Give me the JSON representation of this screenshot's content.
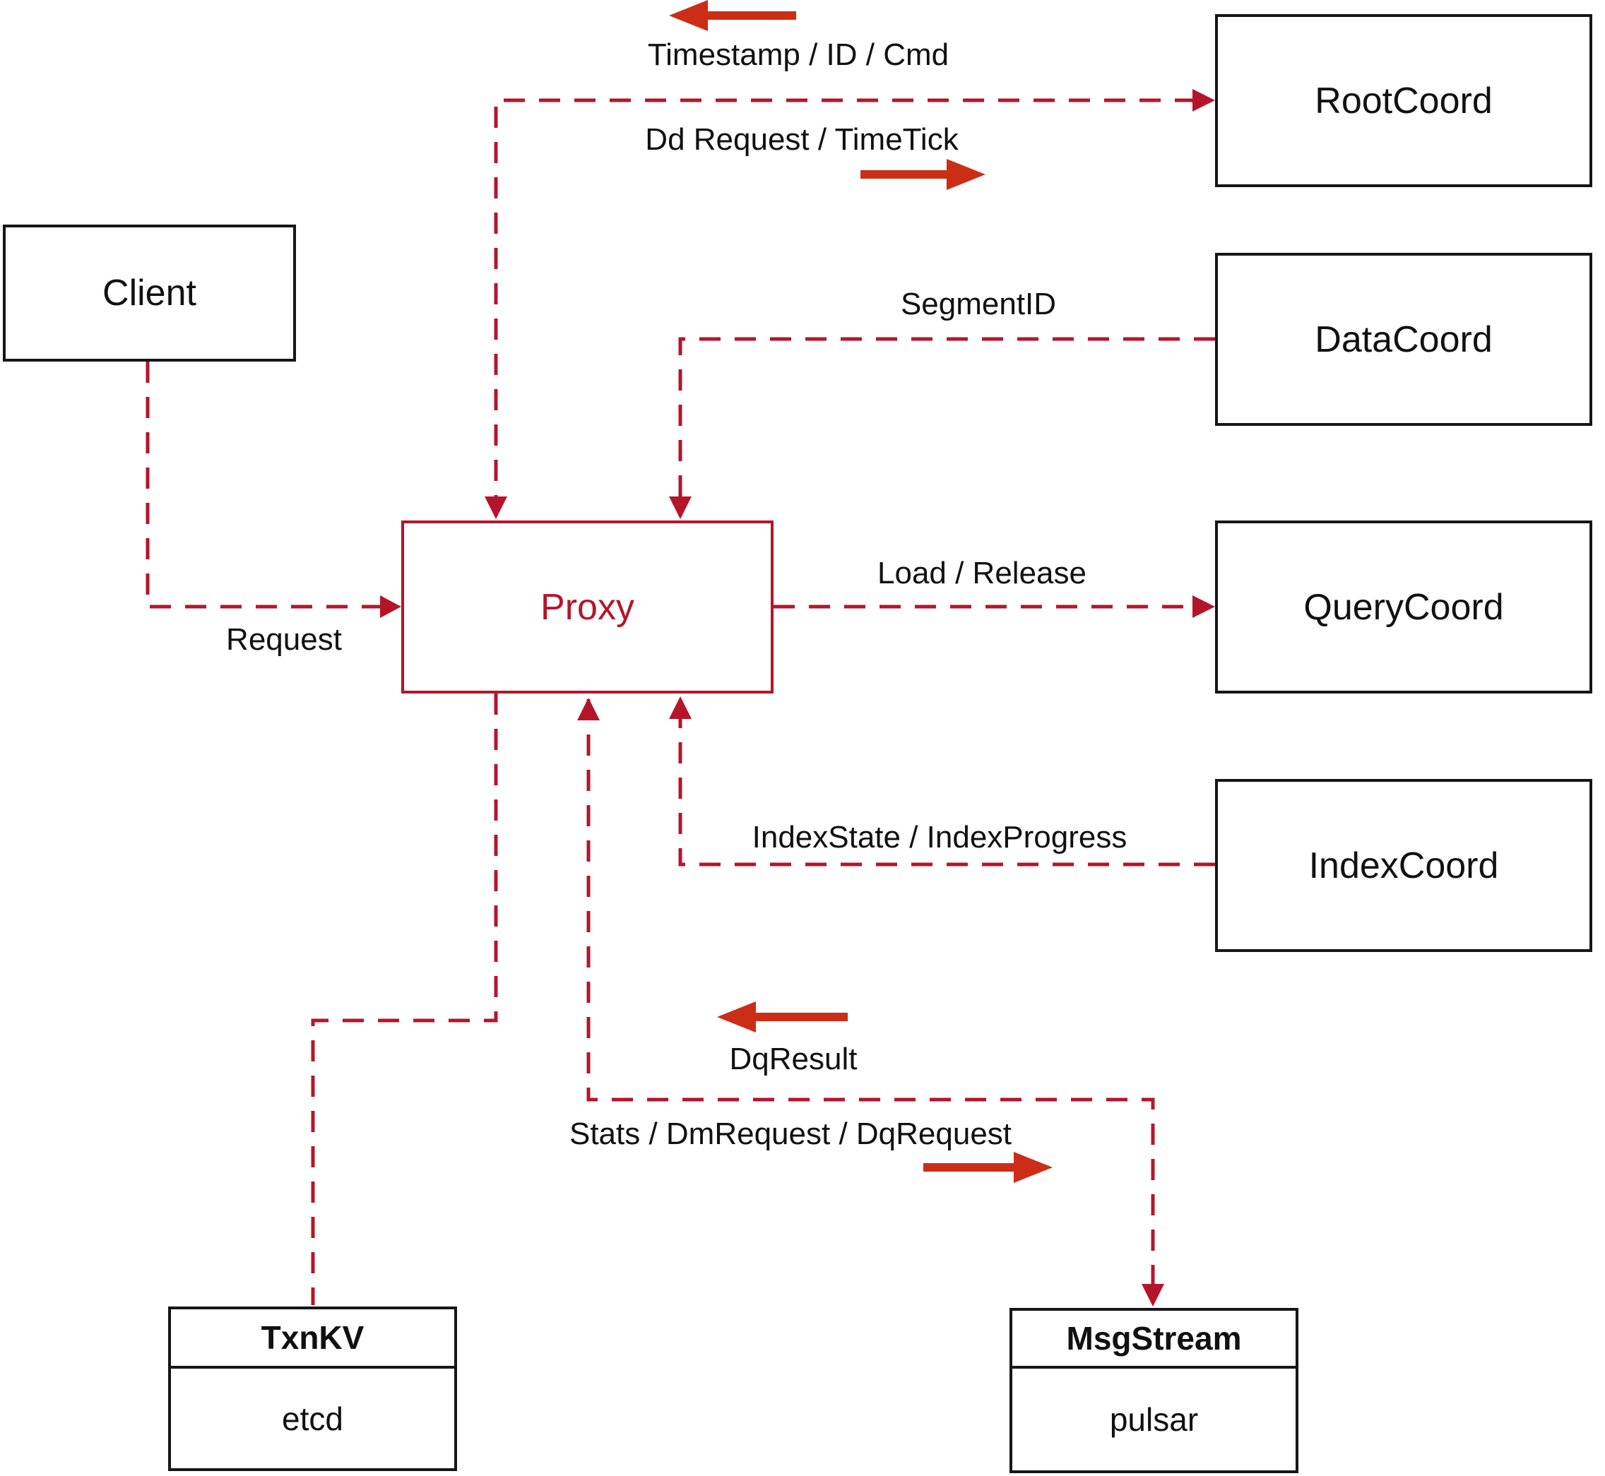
{
  "colors": {
    "line_red": "#b5152b",
    "arrow_red": "#cc2d16",
    "box_black": "#161616",
    "text_black": "#111111",
    "background": "#ffffff"
  },
  "nodes": {
    "client": {
      "label": "Client"
    },
    "proxy": {
      "label": "Proxy"
    },
    "root_coord": {
      "label": "RootCoord"
    },
    "data_coord": {
      "label": "DataCoord"
    },
    "query_coord": {
      "label": "QueryCoord"
    },
    "index_coord": {
      "label": "IndexCoord"
    }
  },
  "stores": {
    "txn_kv": {
      "title": "TxnKV",
      "impl": "etcd"
    },
    "msg_stream": {
      "title": "MsgStream",
      "impl": "pulsar"
    }
  },
  "edge_labels": {
    "timestamp_id_cmd": "Timestamp / ID / Cmd",
    "dd_request_timetick": "Dd Request / TimeTick",
    "segment_id": "SegmentID",
    "load_release": "Load / Release",
    "index_state_progress": "IndexState / IndexProgress",
    "dq_result": "DqResult",
    "stats_dm_dq": "Stats / DmRequest / DqRequest",
    "request": "Request"
  },
  "edges": [
    {
      "from": "Client",
      "to": "Proxy",
      "label": "Request",
      "style": "dashed"
    },
    {
      "from": "Proxy",
      "to": "RootCoord",
      "label": "Dd Request / TimeTick",
      "style": "dashed-bidirectional"
    },
    {
      "from": "RootCoord",
      "to": "Proxy",
      "label": "Timestamp / ID / Cmd",
      "style": "dashed-bidirectional"
    },
    {
      "from": "DataCoord",
      "to": "Proxy",
      "label": "SegmentID",
      "style": "dashed"
    },
    {
      "from": "Proxy",
      "to": "QueryCoord",
      "label": "Load / Release",
      "style": "dashed"
    },
    {
      "from": "IndexCoord",
      "to": "Proxy",
      "label": "IndexState / IndexProgress",
      "style": "dashed"
    },
    {
      "from": "Proxy",
      "to": "TxnKV",
      "label": "",
      "style": "dashed"
    },
    {
      "from": "Proxy",
      "to": "MsgStream",
      "label": "Stats / DmRequest / DqRequest",
      "style": "dashed-bidirectional"
    },
    {
      "from": "MsgStream",
      "to": "Proxy",
      "label": "DqResult",
      "style": "dashed-bidirectional"
    }
  ]
}
